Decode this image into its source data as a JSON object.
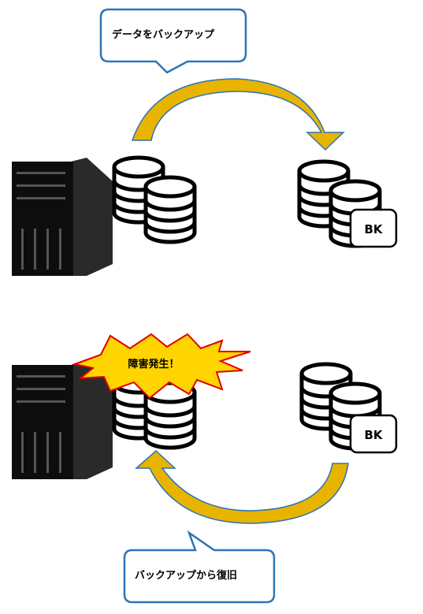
{
  "top": {
    "callout_text": "データをバックアップ",
    "backup_badge": "BK"
  },
  "bottom": {
    "burst_text": "障害発生！",
    "backup_badge": "BK",
    "callout_text": "バックアップから復旧"
  },
  "colors": {
    "callout_border": "#2e74b5",
    "arrow_fill": "#e8b400",
    "arrow_stroke": "#2e74b5",
    "burst_fill": "#ffd400",
    "burst_stroke": "#e00000",
    "server_body": "#0d0d0d",
    "server_side": "#2a2a2a",
    "stroke": "#000000"
  }
}
